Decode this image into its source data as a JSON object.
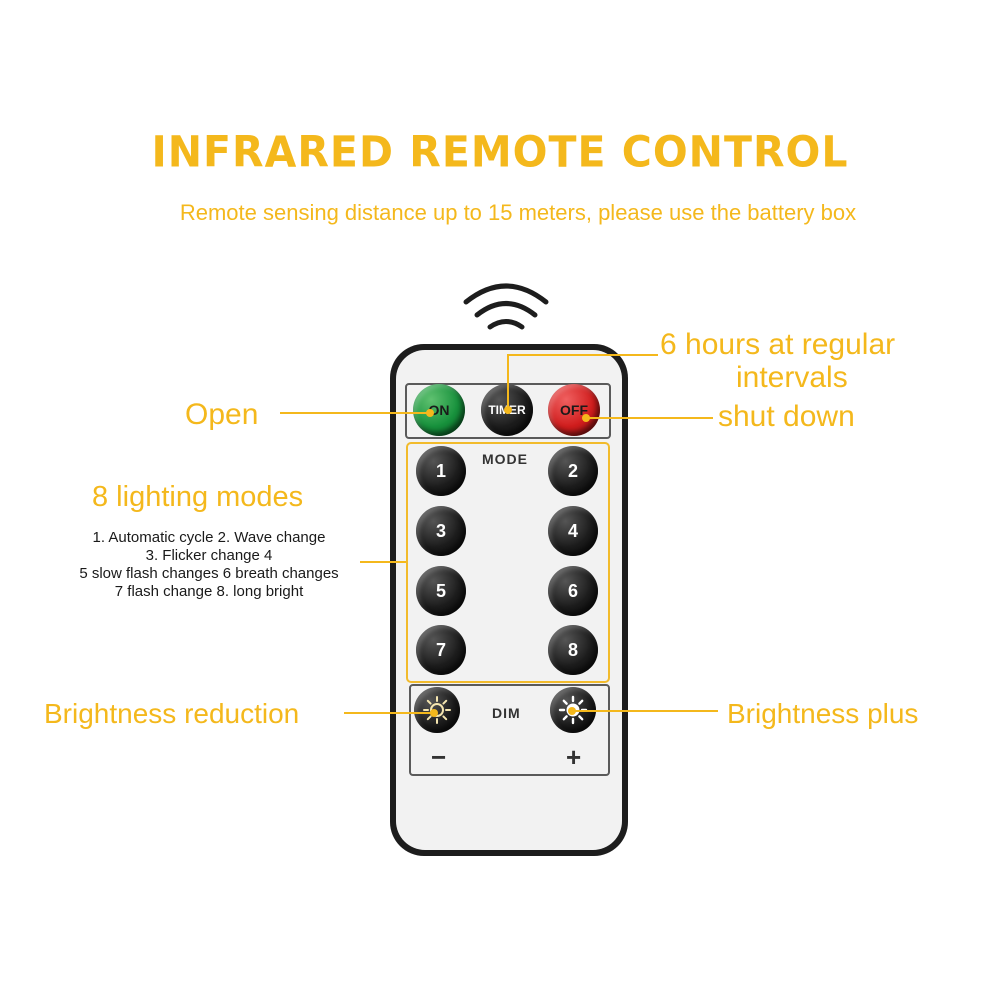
{
  "header": {
    "title": "INFRARED REMOTE CONTROL",
    "subtitle": "Remote sensing distance up to 15 meters, please use the battery box"
  },
  "labels": {
    "timer_line1": "6 hours at regular",
    "timer_line2": "intervals",
    "open": "Open",
    "shut_down": "shut down",
    "modes_title": "8 lighting modes",
    "modes_desc": [
      "1. Automatic cycle 2. Wave change",
      "3. Flicker change 4",
      "5 slow flash changes 6 breath changes",
      "7 flash change 8. long bright"
    ],
    "brightness_reduction": "Brightness reduction",
    "brightness_plus": "Brightness plus"
  },
  "remote": {
    "on_label": "ON",
    "timer_label": "TIMER",
    "off_label": "OFF",
    "mode_label": "MODE",
    "dim_label": "DIM",
    "minus_label": "−",
    "plus_label": "+",
    "mode_buttons": [
      "1",
      "2",
      "3",
      "4",
      "5",
      "6",
      "7",
      "8"
    ]
  },
  "colors": {
    "accent": "#f4b81c",
    "on_button": "#17913c",
    "off_button": "#d01d1d",
    "remote_body": "#1d1d1d"
  },
  "icons": {
    "signal": "infrared-signal-icon",
    "dim_minus": "sun-outline-icon",
    "dim_plus": "sun-filled-icon"
  }
}
